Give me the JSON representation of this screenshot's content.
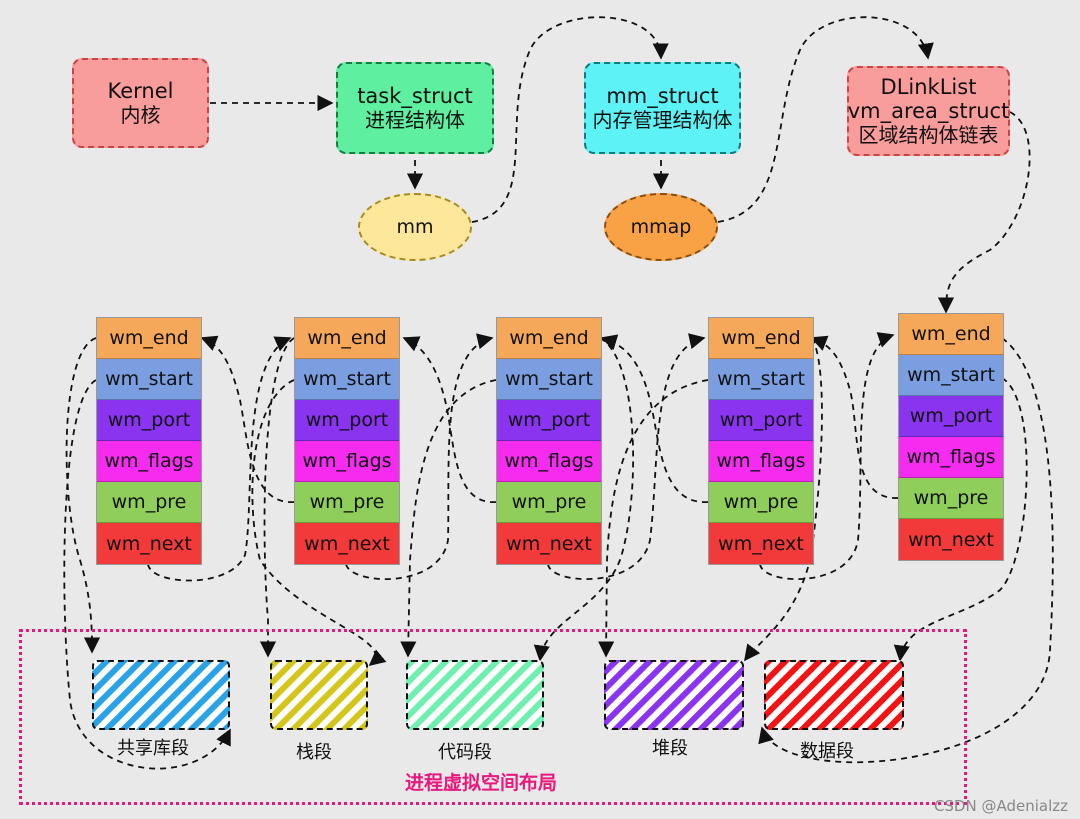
{
  "top": {
    "kernel": {
      "title": "Kernel",
      "subtitle": "内核"
    },
    "task_struct": {
      "title": "task_struct",
      "subtitle": "进程结构体"
    },
    "mm_struct": {
      "title": "mm_struct",
      "subtitle": "内存管理结构体"
    },
    "dlinklist": {
      "title": "DLinkList",
      "line2": "vm_area_struct",
      "subtitle": "区域结构体链表"
    },
    "mm": "mm",
    "mmap": "mmap"
  },
  "vma_fields": [
    "wm_end",
    "wm_start",
    "wm_port",
    "wm_flags",
    "wm_pre",
    "wm_next"
  ],
  "vma_colors": [
    "#f6a85a",
    "#7a9ee0",
    "#8a34f0",
    "#f52cf0",
    "#8fce5a",
    "#f23a3a"
  ],
  "segments": [
    {
      "label": "共享库段",
      "color": "#29a3e8"
    },
    {
      "label": "栈段",
      "color": "#d4c61a"
    },
    {
      "label": "代码段",
      "color": "#6ff0b0"
    },
    {
      "label": "堆段",
      "color": "#8a34f0"
    },
    {
      "label": "数据段",
      "color": "#f21414"
    }
  ],
  "frame_title": "进程虚拟空间布局",
  "watermark": "CSDN @Adenialzz"
}
